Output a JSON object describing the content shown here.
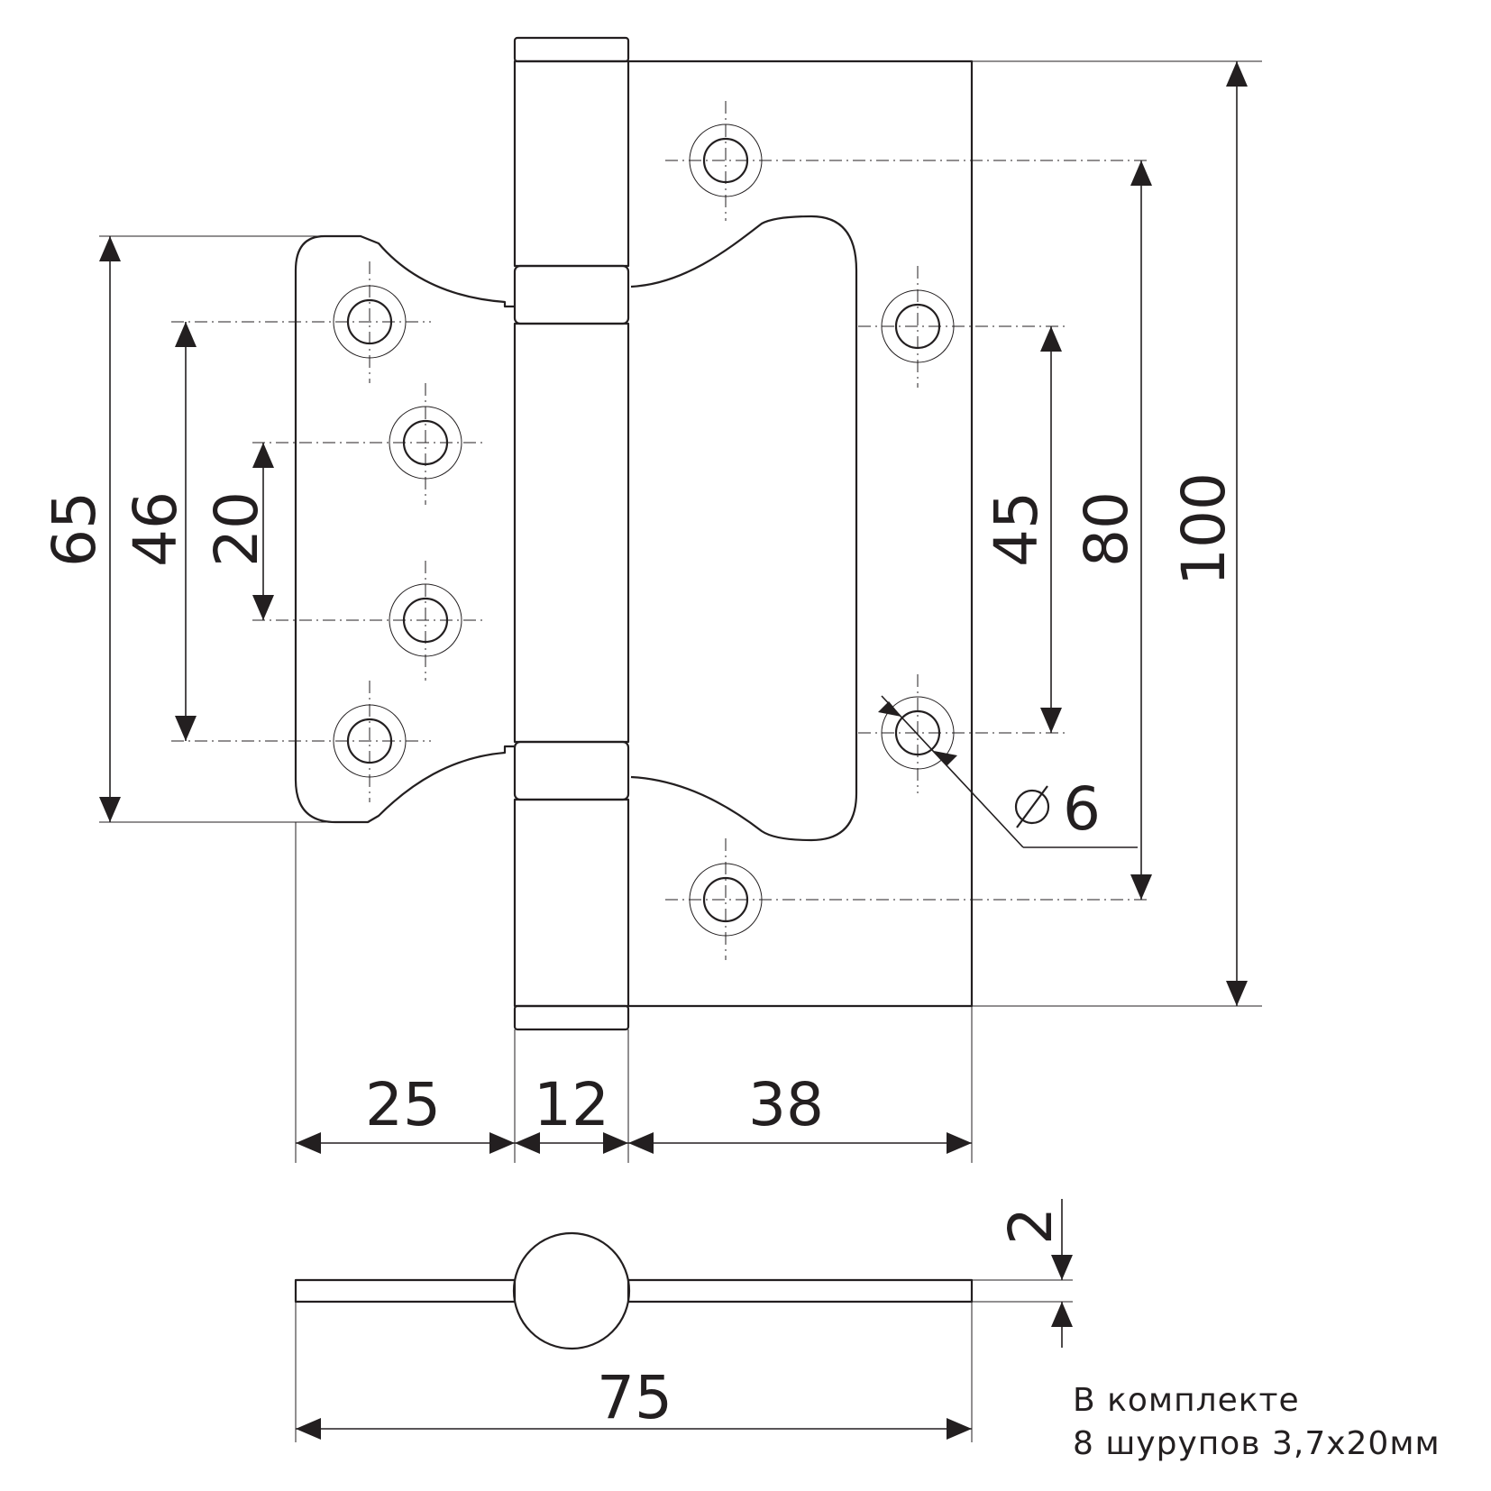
{
  "dimensions": {
    "overall_height": "100",
    "hole_spacing_outer": "80",
    "hole_spacing_inner": "45",
    "leaf_height": "65",
    "hole_spacing_leaf_outer": "46",
    "hole_spacing_leaf_inner": "20",
    "leaf_width": "25",
    "knuckle_width": "12",
    "plate_width": "38",
    "total_width": "75",
    "thickness": "2",
    "hole_diameter": "6"
  },
  "note": {
    "line1": "В комплекте",
    "line2": "8 шурупов 3,7х20мм"
  }
}
